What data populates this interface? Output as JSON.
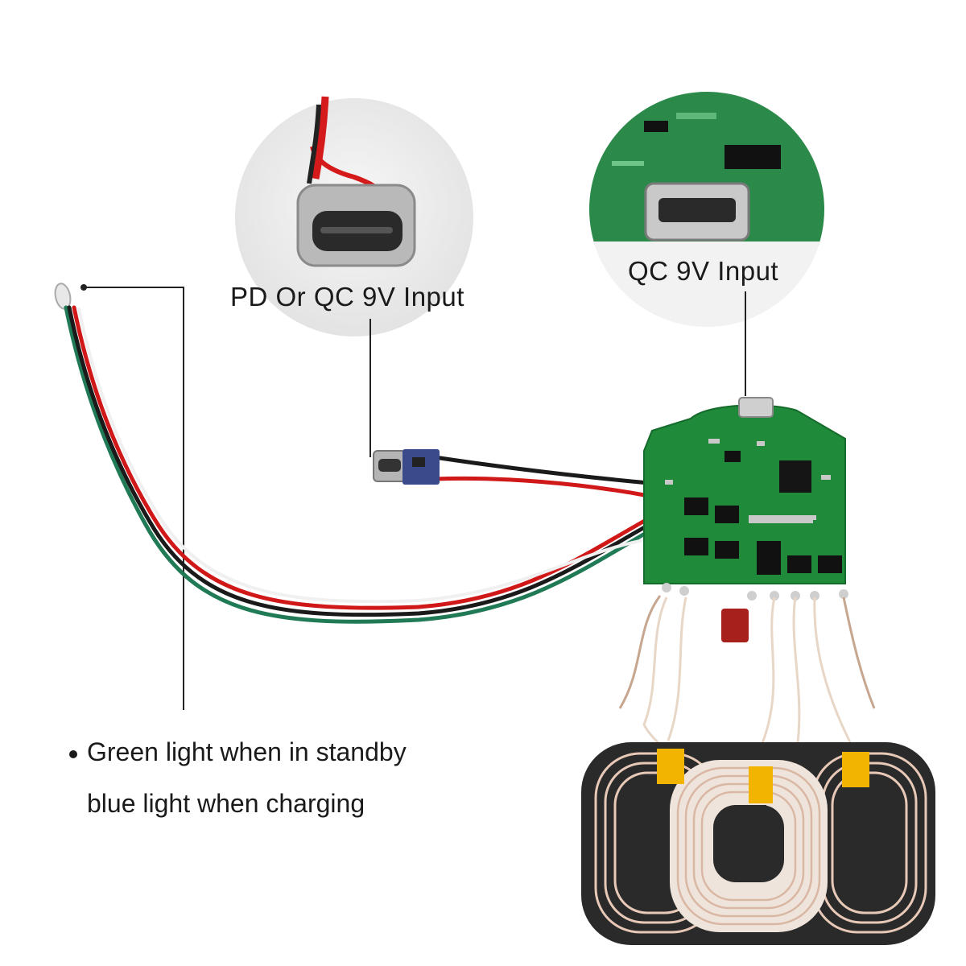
{
  "labels": {
    "pd_input": "PD Or QC 9V Input",
    "qc_input": "QC 9V Input",
    "note_line1": "Green light when in standby",
    "note_line2": "blue light when charging"
  },
  "colors": {
    "pcb_green": "#1f8a3a",
    "wire_red": "#d01818",
    "wire_black": "#1a1a1a",
    "wire_green": "#1f7a55",
    "coil_copper": "#e8c9b8",
    "coil_ferrite": "#2a2a2a",
    "tape_yellow": "#f2b400",
    "capacitor": "#a8201c"
  },
  "icons": [
    "usb-c-connector-icon",
    "micro-usb-connector-icon",
    "led-icon"
  ]
}
